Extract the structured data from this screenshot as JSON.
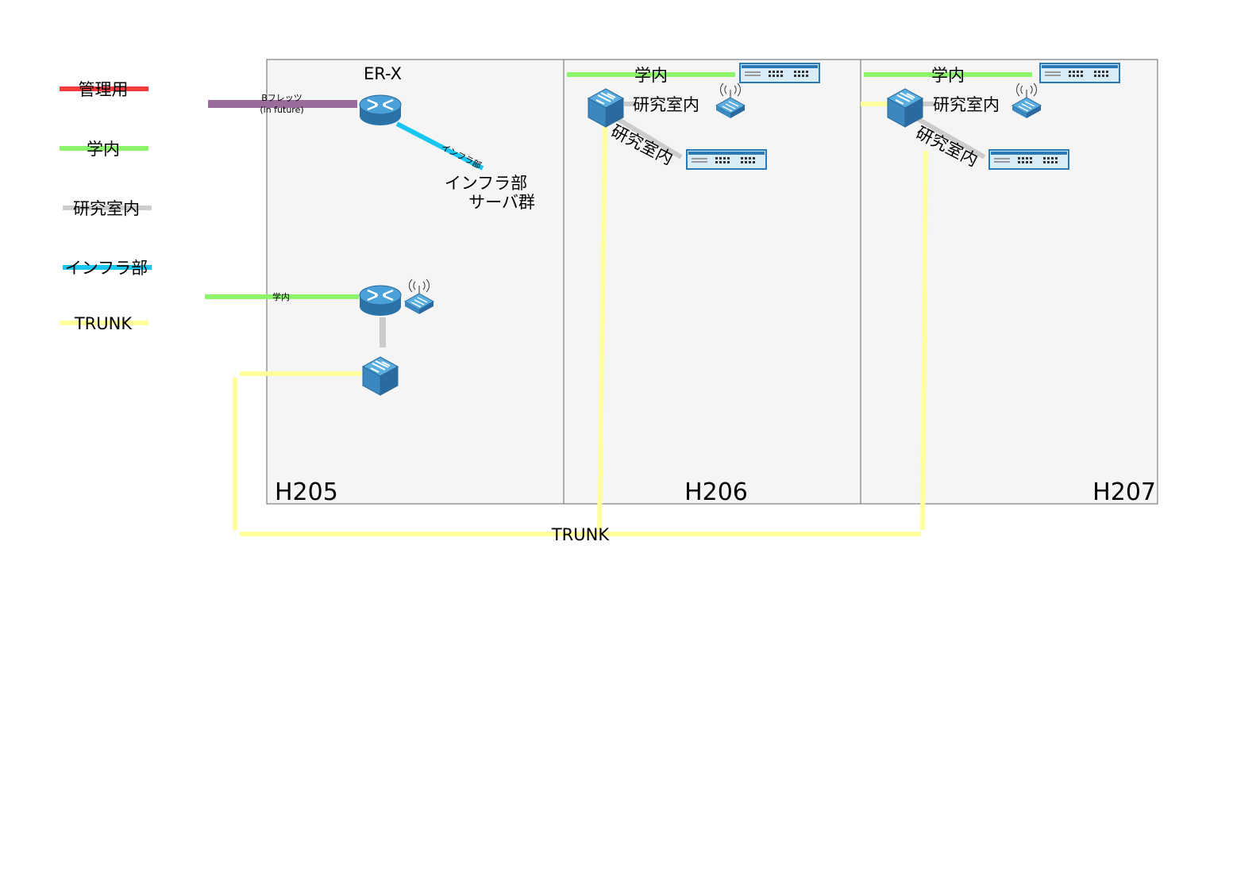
{
  "colors": {
    "admin": "#ff3b3b",
    "campus": "#8cf56b",
    "lab": "#cccccc",
    "infra": "#19c6ef",
    "trunk": "#ffff9e",
    "bflets": "#9b6b9b",
    "device_blue": "#3b8fc7",
    "room_fill": "#f5f5f5"
  },
  "legend": [
    {
      "label": "管理用",
      "color_key": "admin"
    },
    {
      "label": "学内",
      "color_key": "campus"
    },
    {
      "label": "研究室内",
      "color_key": "lab"
    },
    {
      "label": "インフラ部",
      "color_key": "infra"
    },
    {
      "label": "TRUNK",
      "color_key": "trunk"
    }
  ],
  "rooms": {
    "h205": "H205",
    "h206": "H206",
    "h207": "H207"
  },
  "labels": {
    "er_x": "ER-X",
    "bflets_line1": "Bフレッツ",
    "bflets_line2": "(in future)",
    "infra_link": "インフラ部",
    "infra_servers_line1": "インフラ部",
    "infra_servers_line2": "サーバ群",
    "campus_small": "学内",
    "h206_campus": "学内",
    "h206_lab": "研究室内",
    "h206_lab_diag": "研究室内",
    "h207_campus": "学内",
    "h207_lab": "研究室内",
    "h207_lab_diag": "研究室内",
    "trunk": "TRUNK"
  },
  "icons": {
    "router": "router-icon",
    "l3_switch": "layer3-switch-icon",
    "wireless_ap": "wireless-access-point-icon",
    "hub": "ethernet-switch-icon"
  }
}
